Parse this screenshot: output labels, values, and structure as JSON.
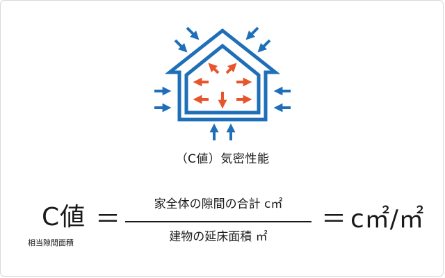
{
  "colors": {
    "house_outline": "#1e6fb8",
    "inflow_arrows": "#1e6fb8",
    "internal_arrows": "#e8542c",
    "text": "#1a1a1a",
    "frame_border": "#d8d8d8"
  },
  "icons": {
    "house": "house-outline-icon",
    "outside_arrows": "inflow-arrow-icon",
    "inside_arrows": "air-leak-arrow-icon"
  },
  "caption": "（C値）気密性能",
  "formula": {
    "lhs": "C値",
    "lhs_sub": "相当隙間面積",
    "equals": "＝",
    "numerator": "家全体の隙間の合計 c㎡",
    "denominator": "建物の延床面積 ㎡",
    "result": "c㎡/㎡"
  }
}
